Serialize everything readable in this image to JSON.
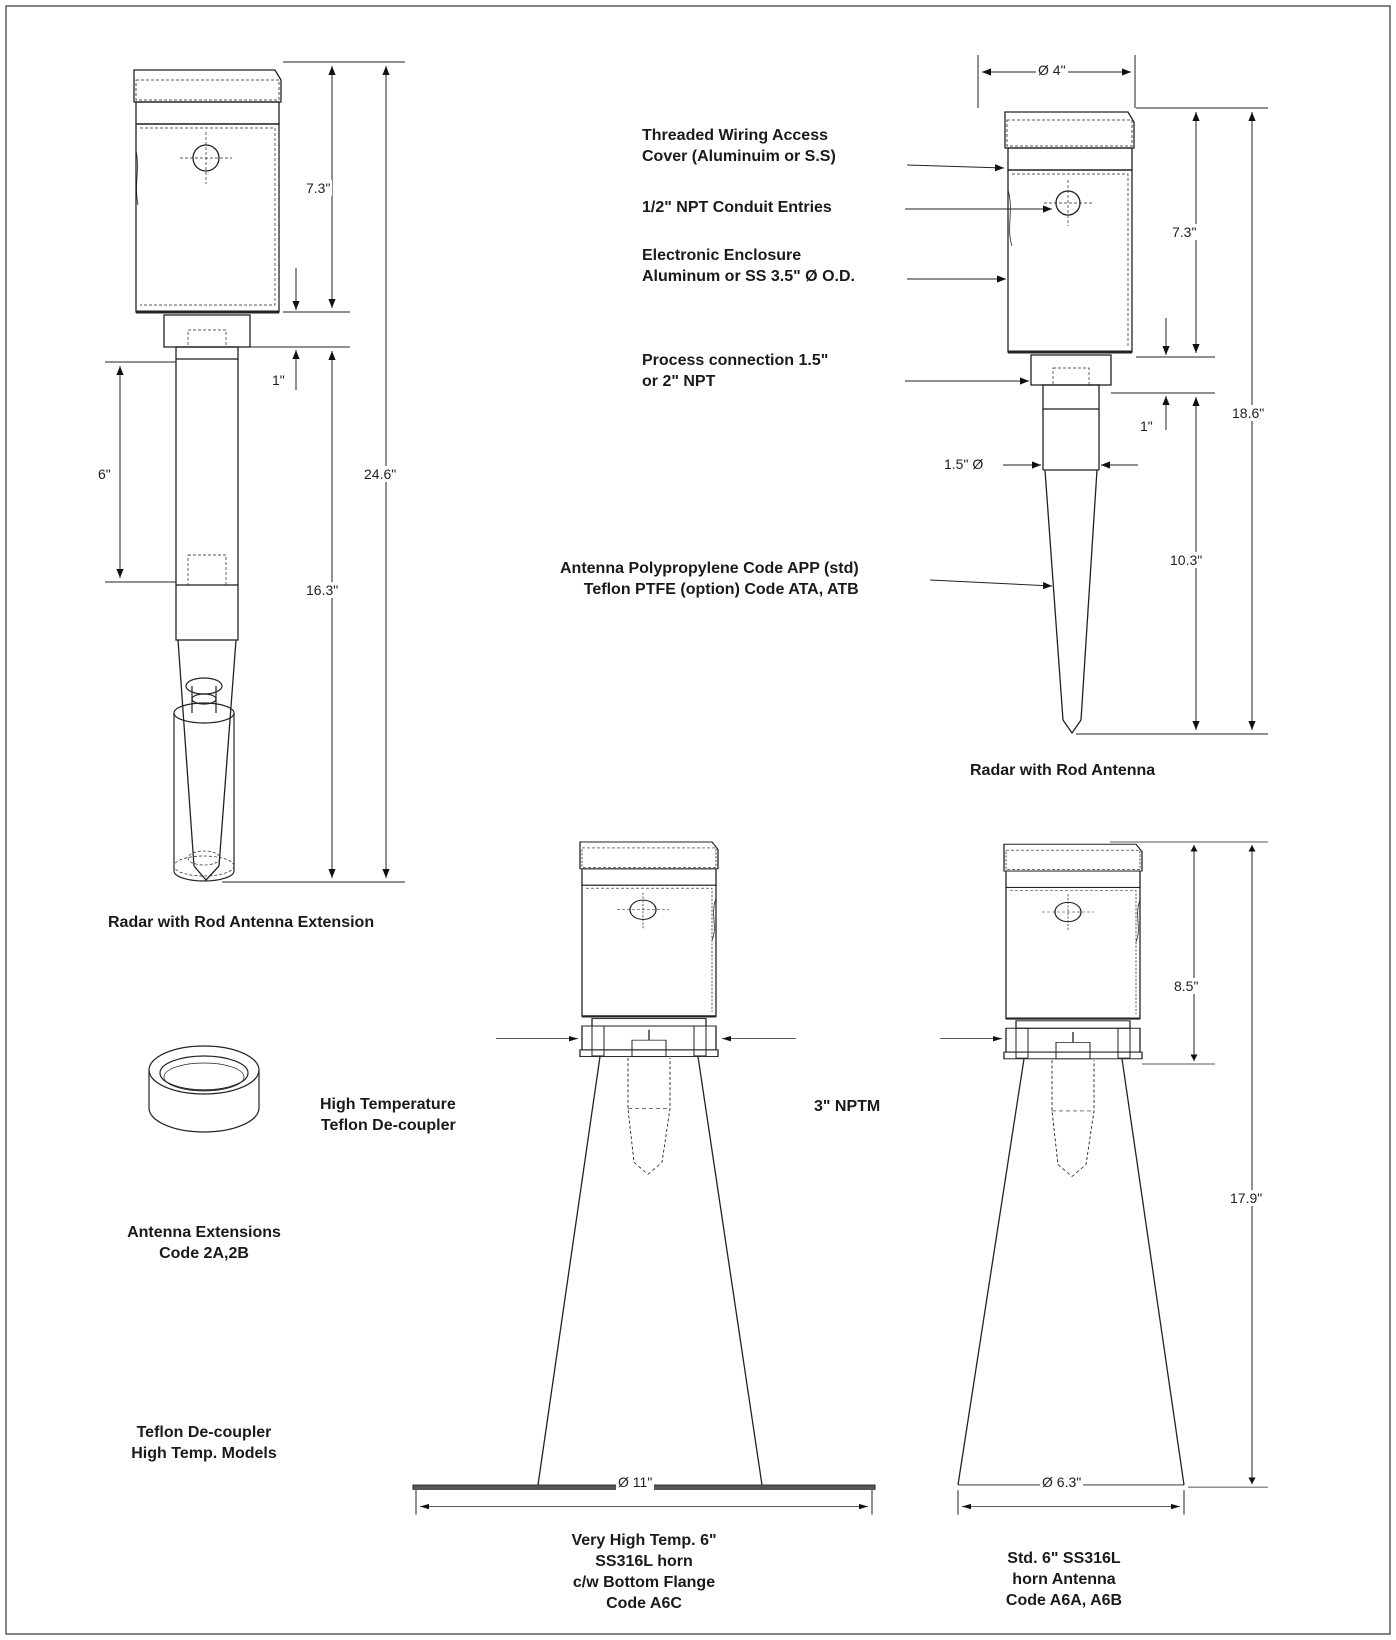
{
  "dims": {
    "d_7_3a": "7.3\"",
    "d_1a": "1\"",
    "d_6": "6\"",
    "d_16_3": "16.3\"",
    "d_24_6": "24.6\"",
    "d_dia4": "Ø 4\"",
    "d_7_3b": "7.3\"",
    "d_1b": "1\"",
    "d_18_6": "18.6\"",
    "d_1_5": "1.5\" Ø",
    "d_10_3": "10.3\"",
    "d_8_5": "8.5\"",
    "d_17_9": "17.9\"",
    "d_dia11": "Ø 11\"",
    "d_dia6_3": "Ø 6.3\""
  },
  "labels": {
    "cover_1": "Threaded Wiring Access",
    "cover_2": "Cover (Aluminuim or S.S)",
    "conduit": "1/2\" NPT Conduit Entries",
    "enclosure_1": "Electronic Enclosure",
    "enclosure_2": "Aluminum or SS 3.5\" Ø O.D.",
    "process_1": "Process connection 1.5\"",
    "process_2": "or 2\" NPT",
    "antenna_1": "Antenna Polypropylene Code APP (std)",
    "antenna_2": "Teflon PTFE (option) Code ATA, ATB",
    "hightemp_1": "High Temperature",
    "hightemp_2": "Teflon De-coupler",
    "nptm": "3\" NPTM"
  },
  "captions": {
    "rod_ext": "Radar with Rod Antenna Extension",
    "rod": "Radar with Rod Antenna",
    "ext_1": "Antenna Extensions",
    "ext_2": "Code 2A,2B",
    "dec_1": "Teflon De-coupler",
    "dec_2": "High Temp. Models",
    "vht_1": "Very High Temp. 6\"",
    "vht_2": "SS316L horn",
    "vht_3": "c/w Bottom Flange",
    "vht_4": "Code A6C",
    "std_1": "Std. 6\" SS316L",
    "std_2": "horn Antenna",
    "std_3": "Code A6A, A6B"
  }
}
